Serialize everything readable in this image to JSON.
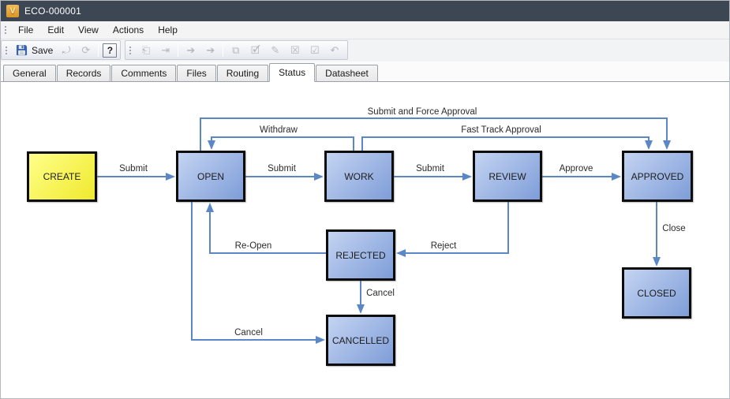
{
  "window": {
    "title": "ECO-000001",
    "icon_letter": "V"
  },
  "menu": {
    "items": [
      {
        "label": "File"
      },
      {
        "label": "Edit"
      },
      {
        "label": "View"
      },
      {
        "label": "Actions"
      },
      {
        "label": "Help"
      }
    ]
  },
  "toolbar": {
    "save_label": "Save",
    "help_label": "?",
    "disabled_icon_names": [
      "revert-save-icon",
      "refresh-icon",
      "open-record-icon",
      "send-forward-icon",
      "submit-arrow-icon",
      "promote-arrow-icon",
      "copy-document-icon",
      "edit-approve-icon",
      "edit-note-icon",
      "reject-box-icon",
      "approve-box-icon",
      "cancel-undo-icon"
    ]
  },
  "tabs": {
    "active": "Status",
    "items": [
      {
        "label": "General"
      },
      {
        "label": "Records"
      },
      {
        "label": "Comments"
      },
      {
        "label": "Files"
      },
      {
        "label": "Routing"
      },
      {
        "label": "Status"
      },
      {
        "label": "Datasheet"
      }
    ]
  },
  "diagram": {
    "nodes": [
      {
        "label": "CREATE",
        "type": "start"
      },
      {
        "label": "OPEN",
        "type": "state"
      },
      {
        "label": "WORK",
        "type": "state"
      },
      {
        "label": "REVIEW",
        "type": "state"
      },
      {
        "label": "APPROVED",
        "type": "state"
      },
      {
        "label": "REJECTED",
        "type": "state"
      },
      {
        "label": "CANCELLED",
        "type": "state"
      },
      {
        "label": "CLOSED",
        "type": "state"
      }
    ],
    "edges": [
      {
        "label": "Submit",
        "from": "CREATE",
        "to": "OPEN"
      },
      {
        "label": "Submit",
        "from": "OPEN",
        "to": "WORK"
      },
      {
        "label": "Submit",
        "from": "WORK",
        "to": "REVIEW"
      },
      {
        "label": "Approve",
        "from": "REVIEW",
        "to": "APPROVED"
      },
      {
        "label": "Submit and Force Approval",
        "from": "OPEN",
        "to": "APPROVED"
      },
      {
        "label": "Withdraw",
        "from": "WORK",
        "to": "OPEN"
      },
      {
        "label": "Fast Track Approval",
        "from": "WORK",
        "to": "APPROVED"
      },
      {
        "label": "Re-Open",
        "from": "REJECTED",
        "to": "OPEN"
      },
      {
        "label": "Reject",
        "from": "REVIEW",
        "to": "REJECTED"
      },
      {
        "label": "Cancel",
        "from": "REJECTED",
        "to": "CANCELLED"
      },
      {
        "label": "Cancel",
        "from": "OPEN",
        "to": "CANCELLED"
      },
      {
        "label": "Close",
        "from": "APPROVED",
        "to": "CLOSED"
      }
    ]
  },
  "colors": {
    "titlebar": "#3d4753",
    "app_icon_bg": "#e7a23b",
    "arrow_line": "#5b87c6",
    "node_fill_light": "#c4d4f2",
    "node_fill_dark": "#7e9dd8",
    "start_fill_light": "#ffff8a",
    "start_fill_dark": "#efe92d"
  }
}
